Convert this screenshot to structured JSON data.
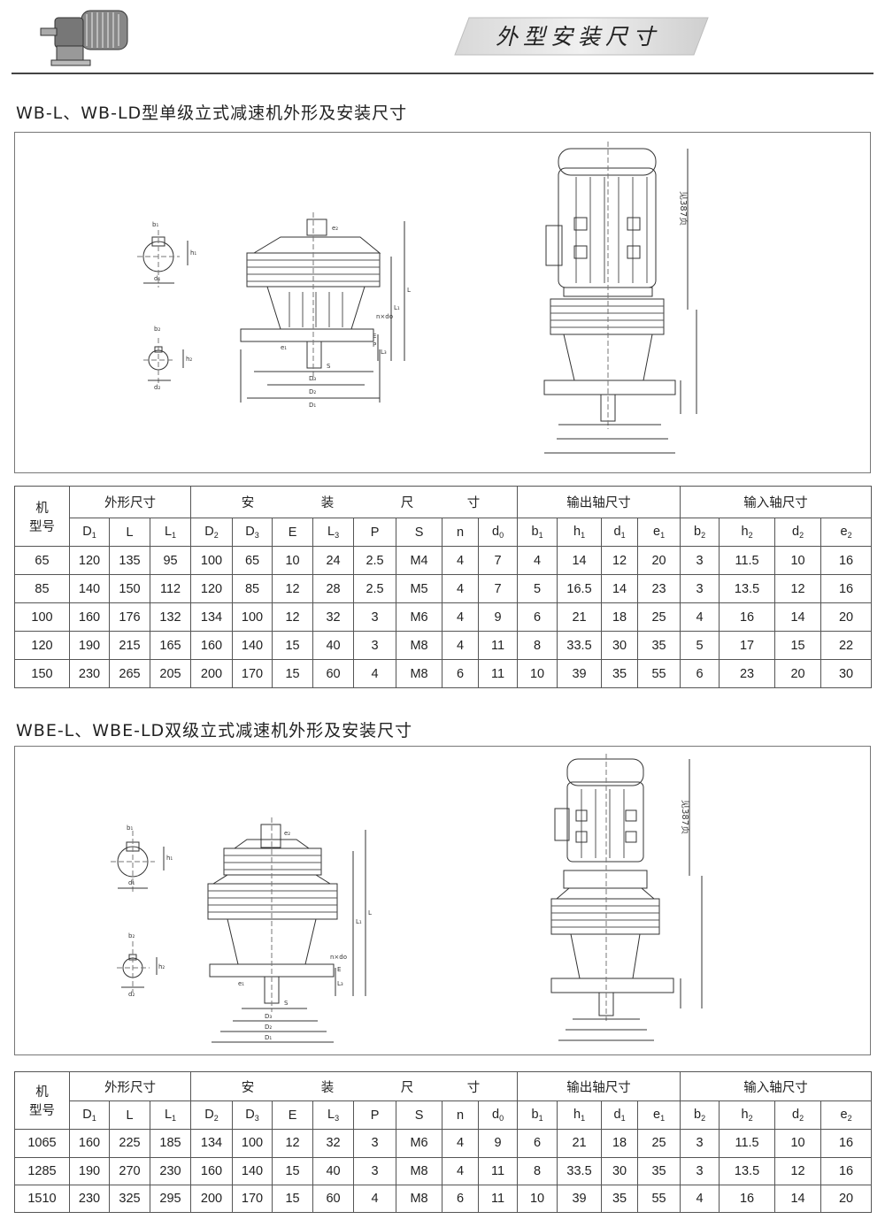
{
  "header": {
    "banner_title": "外型安装尺寸"
  },
  "section1": {
    "title": "WB-L、WB-LD型单级立式减速机外形及安装尺寸",
    "drawing_labels": {
      "b1": "b₁",
      "h1": "h₁",
      "d1": "d₁",
      "b2": "b₂",
      "h2": "h₂",
      "d2": "d₂",
      "e2": "e₂",
      "e1": "e₁",
      "L": "L",
      "L1": "L₁",
      "L3": "L₃",
      "E": "E",
      "P": "P",
      "ndo": "n×do",
      "S": "S",
      "D3": "D₃",
      "D2": "D₂",
      "D1": "D₁",
      "see387": "见387页"
    },
    "table": {
      "headers": {
        "model_line1": "机",
        "model_line2": "型号",
        "group_outline": "外形尺寸",
        "group_install": [
          "安",
          "装",
          "尺",
          "寸"
        ],
        "group_output": "输出轴尺寸",
        "group_input": "输入轴尺寸"
      },
      "columns": [
        {
          "main": "D",
          "sub": "1"
        },
        {
          "main": "L",
          "sub": ""
        },
        {
          "main": "L",
          "sub": "1"
        },
        {
          "main": "D",
          "sub": "2"
        },
        {
          "main": "D",
          "sub": "3"
        },
        {
          "main": "E",
          "sub": ""
        },
        {
          "main": "L",
          "sub": "3"
        },
        {
          "main": "P",
          "sub": ""
        },
        {
          "main": "S",
          "sub": ""
        },
        {
          "main": "n",
          "sub": ""
        },
        {
          "main": "d",
          "sub": "0"
        },
        {
          "main": "b",
          "sub": "1"
        },
        {
          "main": "h",
          "sub": "1"
        },
        {
          "main": "d",
          "sub": "1"
        },
        {
          "main": "e",
          "sub": "1"
        },
        {
          "main": "b",
          "sub": "2"
        },
        {
          "main": "h",
          "sub": "2"
        },
        {
          "main": "d",
          "sub": "2"
        },
        {
          "main": "e",
          "sub": "2"
        }
      ],
      "rows": [
        [
          "65",
          "120",
          "135",
          "95",
          "100",
          "65",
          "10",
          "24",
          "2.5",
          "M4",
          "4",
          "7",
          "4",
          "14",
          "12",
          "20",
          "3",
          "11.5",
          "10",
          "16"
        ],
        [
          "85",
          "140",
          "150",
          "112",
          "120",
          "85",
          "12",
          "28",
          "2.5",
          "M5",
          "4",
          "7",
          "5",
          "16.5",
          "14",
          "23",
          "3",
          "13.5",
          "12",
          "16"
        ],
        [
          "100",
          "160",
          "176",
          "132",
          "134",
          "100",
          "12",
          "32",
          "3",
          "M6",
          "4",
          "9",
          "6",
          "21",
          "18",
          "25",
          "4",
          "16",
          "14",
          "20"
        ],
        [
          "120",
          "190",
          "215",
          "165",
          "160",
          "140",
          "15",
          "40",
          "3",
          "M8",
          "4",
          "11",
          "8",
          "33.5",
          "30",
          "35",
          "5",
          "17",
          "15",
          "22"
        ],
        [
          "150",
          "230",
          "265",
          "205",
          "200",
          "170",
          "15",
          "60",
          "4",
          "M8",
          "6",
          "11",
          "10",
          "39",
          "35",
          "55",
          "6",
          "23",
          "20",
          "30"
        ]
      ]
    }
  },
  "section2": {
    "title": "WBE-L、WBE-LD双级立式减速机外形及安装尺寸",
    "table": {
      "headers": {
        "model_line1": "机",
        "model_line2": "型号",
        "group_outline": "外形尺寸",
        "group_install": [
          "安",
          "装",
          "尺",
          "寸"
        ],
        "group_output": "输出轴尺寸",
        "group_input": "输入轴尺寸"
      },
      "columns": [
        {
          "main": "D",
          "sub": "1"
        },
        {
          "main": "L",
          "sub": ""
        },
        {
          "main": "L",
          "sub": "1"
        },
        {
          "main": "D",
          "sub": "2"
        },
        {
          "main": "D",
          "sub": "3"
        },
        {
          "main": "E",
          "sub": ""
        },
        {
          "main": "L",
          "sub": "3"
        },
        {
          "main": "P",
          "sub": ""
        },
        {
          "main": "S",
          "sub": ""
        },
        {
          "main": "n",
          "sub": ""
        },
        {
          "main": "d",
          "sub": "0"
        },
        {
          "main": "b",
          "sub": "1"
        },
        {
          "main": "h",
          "sub": "1"
        },
        {
          "main": "d",
          "sub": "1"
        },
        {
          "main": "e",
          "sub": "1"
        },
        {
          "main": "b",
          "sub": "2"
        },
        {
          "main": "h",
          "sub": "2"
        },
        {
          "main": "d",
          "sub": "2"
        },
        {
          "main": "e",
          "sub": "2"
        }
      ],
      "rows": [
        [
          "1065",
          "160",
          "225",
          "185",
          "134",
          "100",
          "12",
          "32",
          "3",
          "M6",
          "4",
          "9",
          "6",
          "21",
          "18",
          "25",
          "3",
          "11.5",
          "10",
          "16"
        ],
        [
          "1285",
          "190",
          "270",
          "230",
          "160",
          "140",
          "15",
          "40",
          "3",
          "M8",
          "4",
          "11",
          "8",
          "33.5",
          "30",
          "35",
          "3",
          "13.5",
          "12",
          "16"
        ],
        [
          "1510",
          "230",
          "325",
          "295",
          "200",
          "170",
          "15",
          "60",
          "4",
          "M8",
          "6",
          "11",
          "10",
          "39",
          "35",
          "55",
          "4",
          "16",
          "14",
          "20"
        ]
      ]
    }
  }
}
